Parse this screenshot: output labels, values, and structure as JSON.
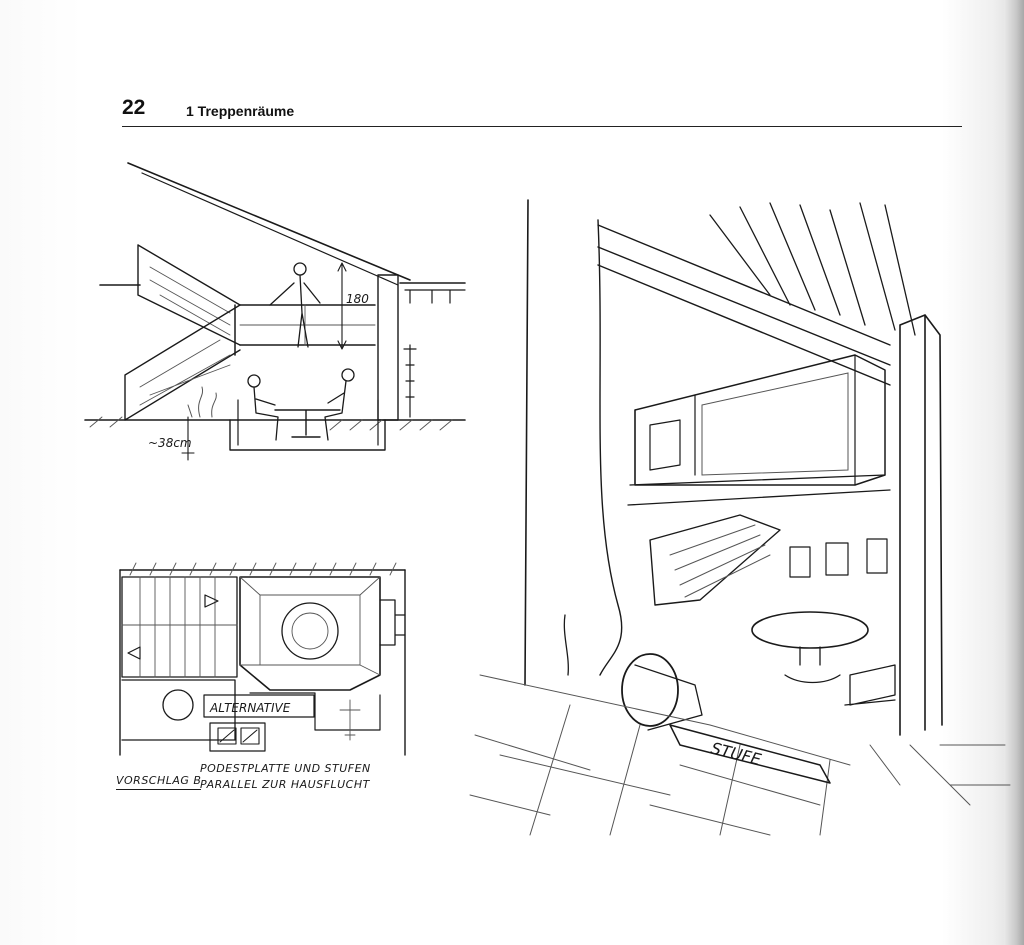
{
  "header": {
    "page_number": "22",
    "chapter_title": "1 Treppenräume"
  },
  "sketch_section": {
    "dimension_height": "180",
    "dimension_seat": "~38cm"
  },
  "sketch_plan": {
    "alternative_label": "ALTERNATIVE",
    "suggestion_label": "VORSCHLAG B",
    "note_line1": "PODESTPLATTE UND STUFEN",
    "note_line2": "PARALLEL ZUR HAUSFLUCHT"
  },
  "sketch_perspective": {
    "step_label": "STUFE"
  }
}
